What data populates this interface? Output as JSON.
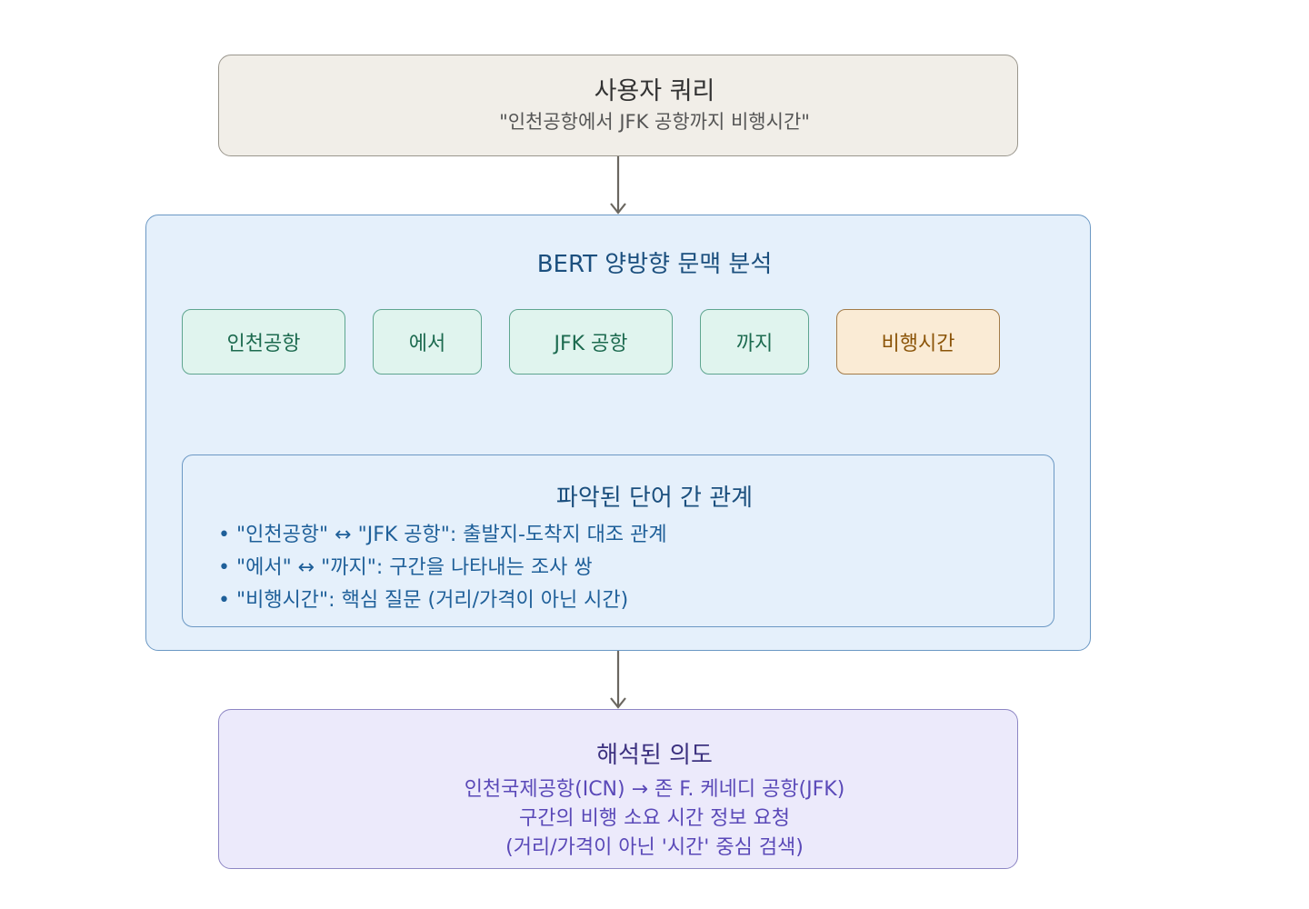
{
  "query": {
    "title": "사용자 쿼리",
    "text": "\"인천공항에서 JFK 공항까지 비행시간\""
  },
  "bert": {
    "title": "BERT 양방향 문맥 분석",
    "tokens": [
      {
        "label": "인천공항",
        "color": "#1c6a4f"
      },
      {
        "label": "에서",
        "color": "#1c6a4f"
      },
      {
        "label": "JFK 공항",
        "color": "#1c6a4f"
      },
      {
        "label": "까지",
        "color": "#1c6a4f"
      },
      {
        "label": "비행시간",
        "color": "#8b5408"
      }
    ],
    "relations": {
      "title": "파악된 단어 간 관계",
      "items": [
        "• \"인천공항\" ↔ \"JFK 공항\": 출발지-도착지 대조 관계",
        "• \"에서\" ↔ \"까지\": 구간을 나타내는 조사 쌍",
        "• \"비행시간\": 핵심 질문 (거리/가격이 아닌 시간)"
      ]
    }
  },
  "intent": {
    "title": "해석된 의도",
    "lines": [
      "인천국제공항(ICN) → 존 F. 케네디 공항(JFK)",
      "구간의 비행 소요 시간 정보 요청",
      "(거리/가격이 아닌 '시간' 중심 검색)"
    ]
  },
  "colors": {
    "forward_arrow": "#8aaed4",
    "backward_arrow": "#8f8a78",
    "connector": "#6b6760"
  }
}
